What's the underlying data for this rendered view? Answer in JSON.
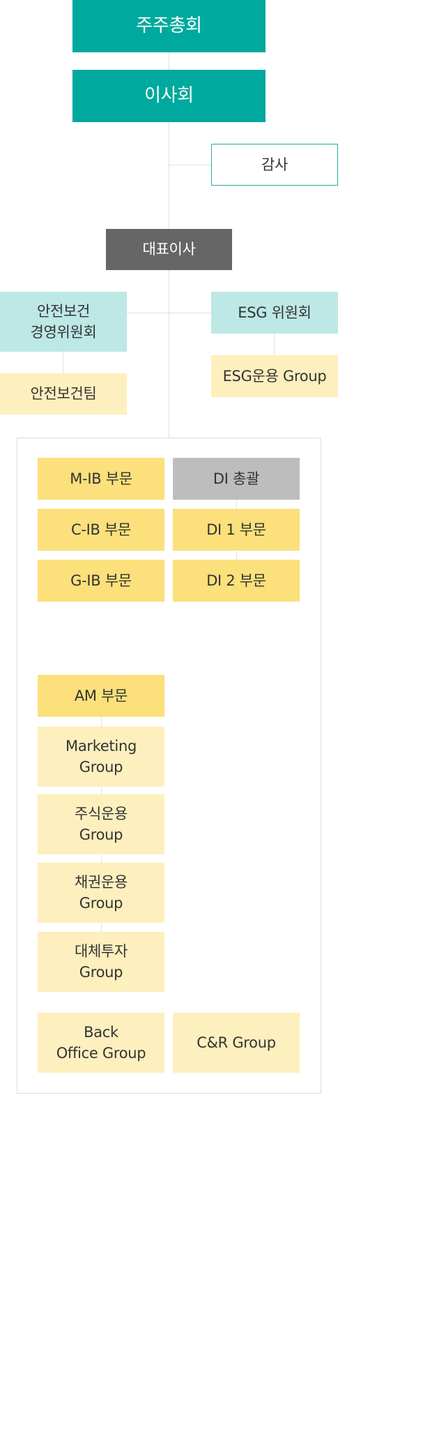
{
  "org": {
    "shareholders": "주주총회",
    "board": "이사회",
    "audit": "감사",
    "ceo": "대표이사",
    "safety_committee": "안전보건\n경영위원회",
    "safety_team": "안전보건팀",
    "esg_committee": "ESG 위원회",
    "esg_group": "ESG운용 Group",
    "divisions": {
      "mib": "M-IB 부문",
      "cib": "C-IB 부문",
      "gib": "G-IB 부문",
      "di_head": "DI 총괄",
      "di1": "DI 1 부문",
      "di2": "DI 2 부문",
      "am": "AM 부문",
      "marketing": "Marketing\nGroup",
      "equity": "주식운용\nGroup",
      "bond": "채권운용\nGroup",
      "alternative": "대체투자\nGroup",
      "back_office": "Back\nOffice Group",
      "cr": "C&R Group"
    }
  }
}
